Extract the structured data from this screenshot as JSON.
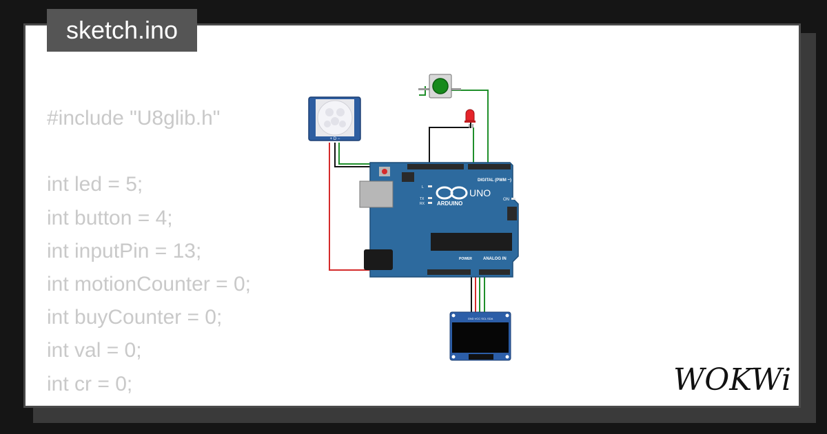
{
  "title": "sketch.ino",
  "code_lines": [
    "#include \"U8glib.h\"",
    "",
    "int led = 5;",
    "int button = 4;",
    "int inputPin = 13;",
    "int motionCounter = 0;",
    "int buyCounter = 0;",
    "int val = 0;",
    "int cr = 0;"
  ],
  "board": {
    "uno_label": "UNO",
    "brand_label": "ARDUINO",
    "digital_label": "DIGITAL (PWM ~)",
    "analog_label": "ANALOG IN",
    "power_label": "POWER",
    "on_label": "ON",
    "l_label": "L",
    "tx_label": "TX",
    "rx_label": "RX"
  },
  "pir_pins_label": "+ D −",
  "oled_pins_label": "GND VCC SCL SDA",
  "logo_text": "WOKWi",
  "colors": {
    "background": "#151515",
    "card": "#ffffff",
    "title_tab": "#555555",
    "code_text": "#c9c9c9",
    "board": "#2d6a9e",
    "wire_green": "#1f8f2a",
    "wire_red": "#d42a2a",
    "wire_black": "#111111"
  }
}
